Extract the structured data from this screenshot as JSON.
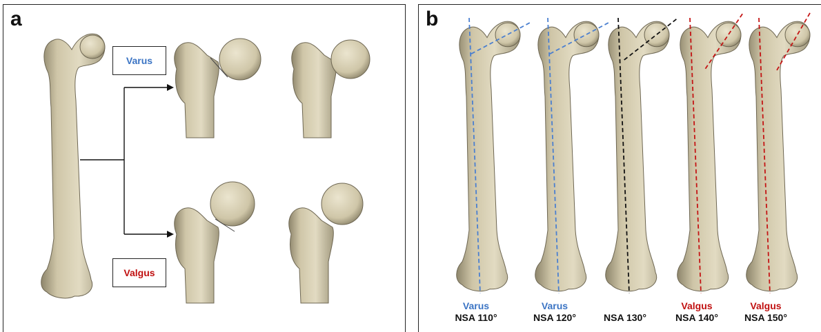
{
  "panel_a": {
    "label": "a",
    "varus_label": "Varus",
    "valgus_label": "Valgus"
  },
  "panel_b": {
    "label": "b",
    "femurs": [
      {
        "type": "Varus",
        "nsa": "NSA 110°",
        "line_color": "#4a7fd0"
      },
      {
        "type": "Varus",
        "nsa": "NSA 120°",
        "line_color": "#4a7fd0"
      },
      {
        "type": "",
        "nsa": "NSA 130°",
        "line_color": "#111111"
      },
      {
        "type": "Valgus",
        "nsa": "NSA 140°",
        "line_color": "#c41414"
      },
      {
        "type": "Valgus",
        "nsa": "NSA 150°",
        "line_color": "#c41414"
      }
    ]
  },
  "colors": {
    "bone": "#d6cdb0",
    "bone_shadow": "#8e866c",
    "varus": "#3b74c4",
    "valgus": "#c01010"
  }
}
